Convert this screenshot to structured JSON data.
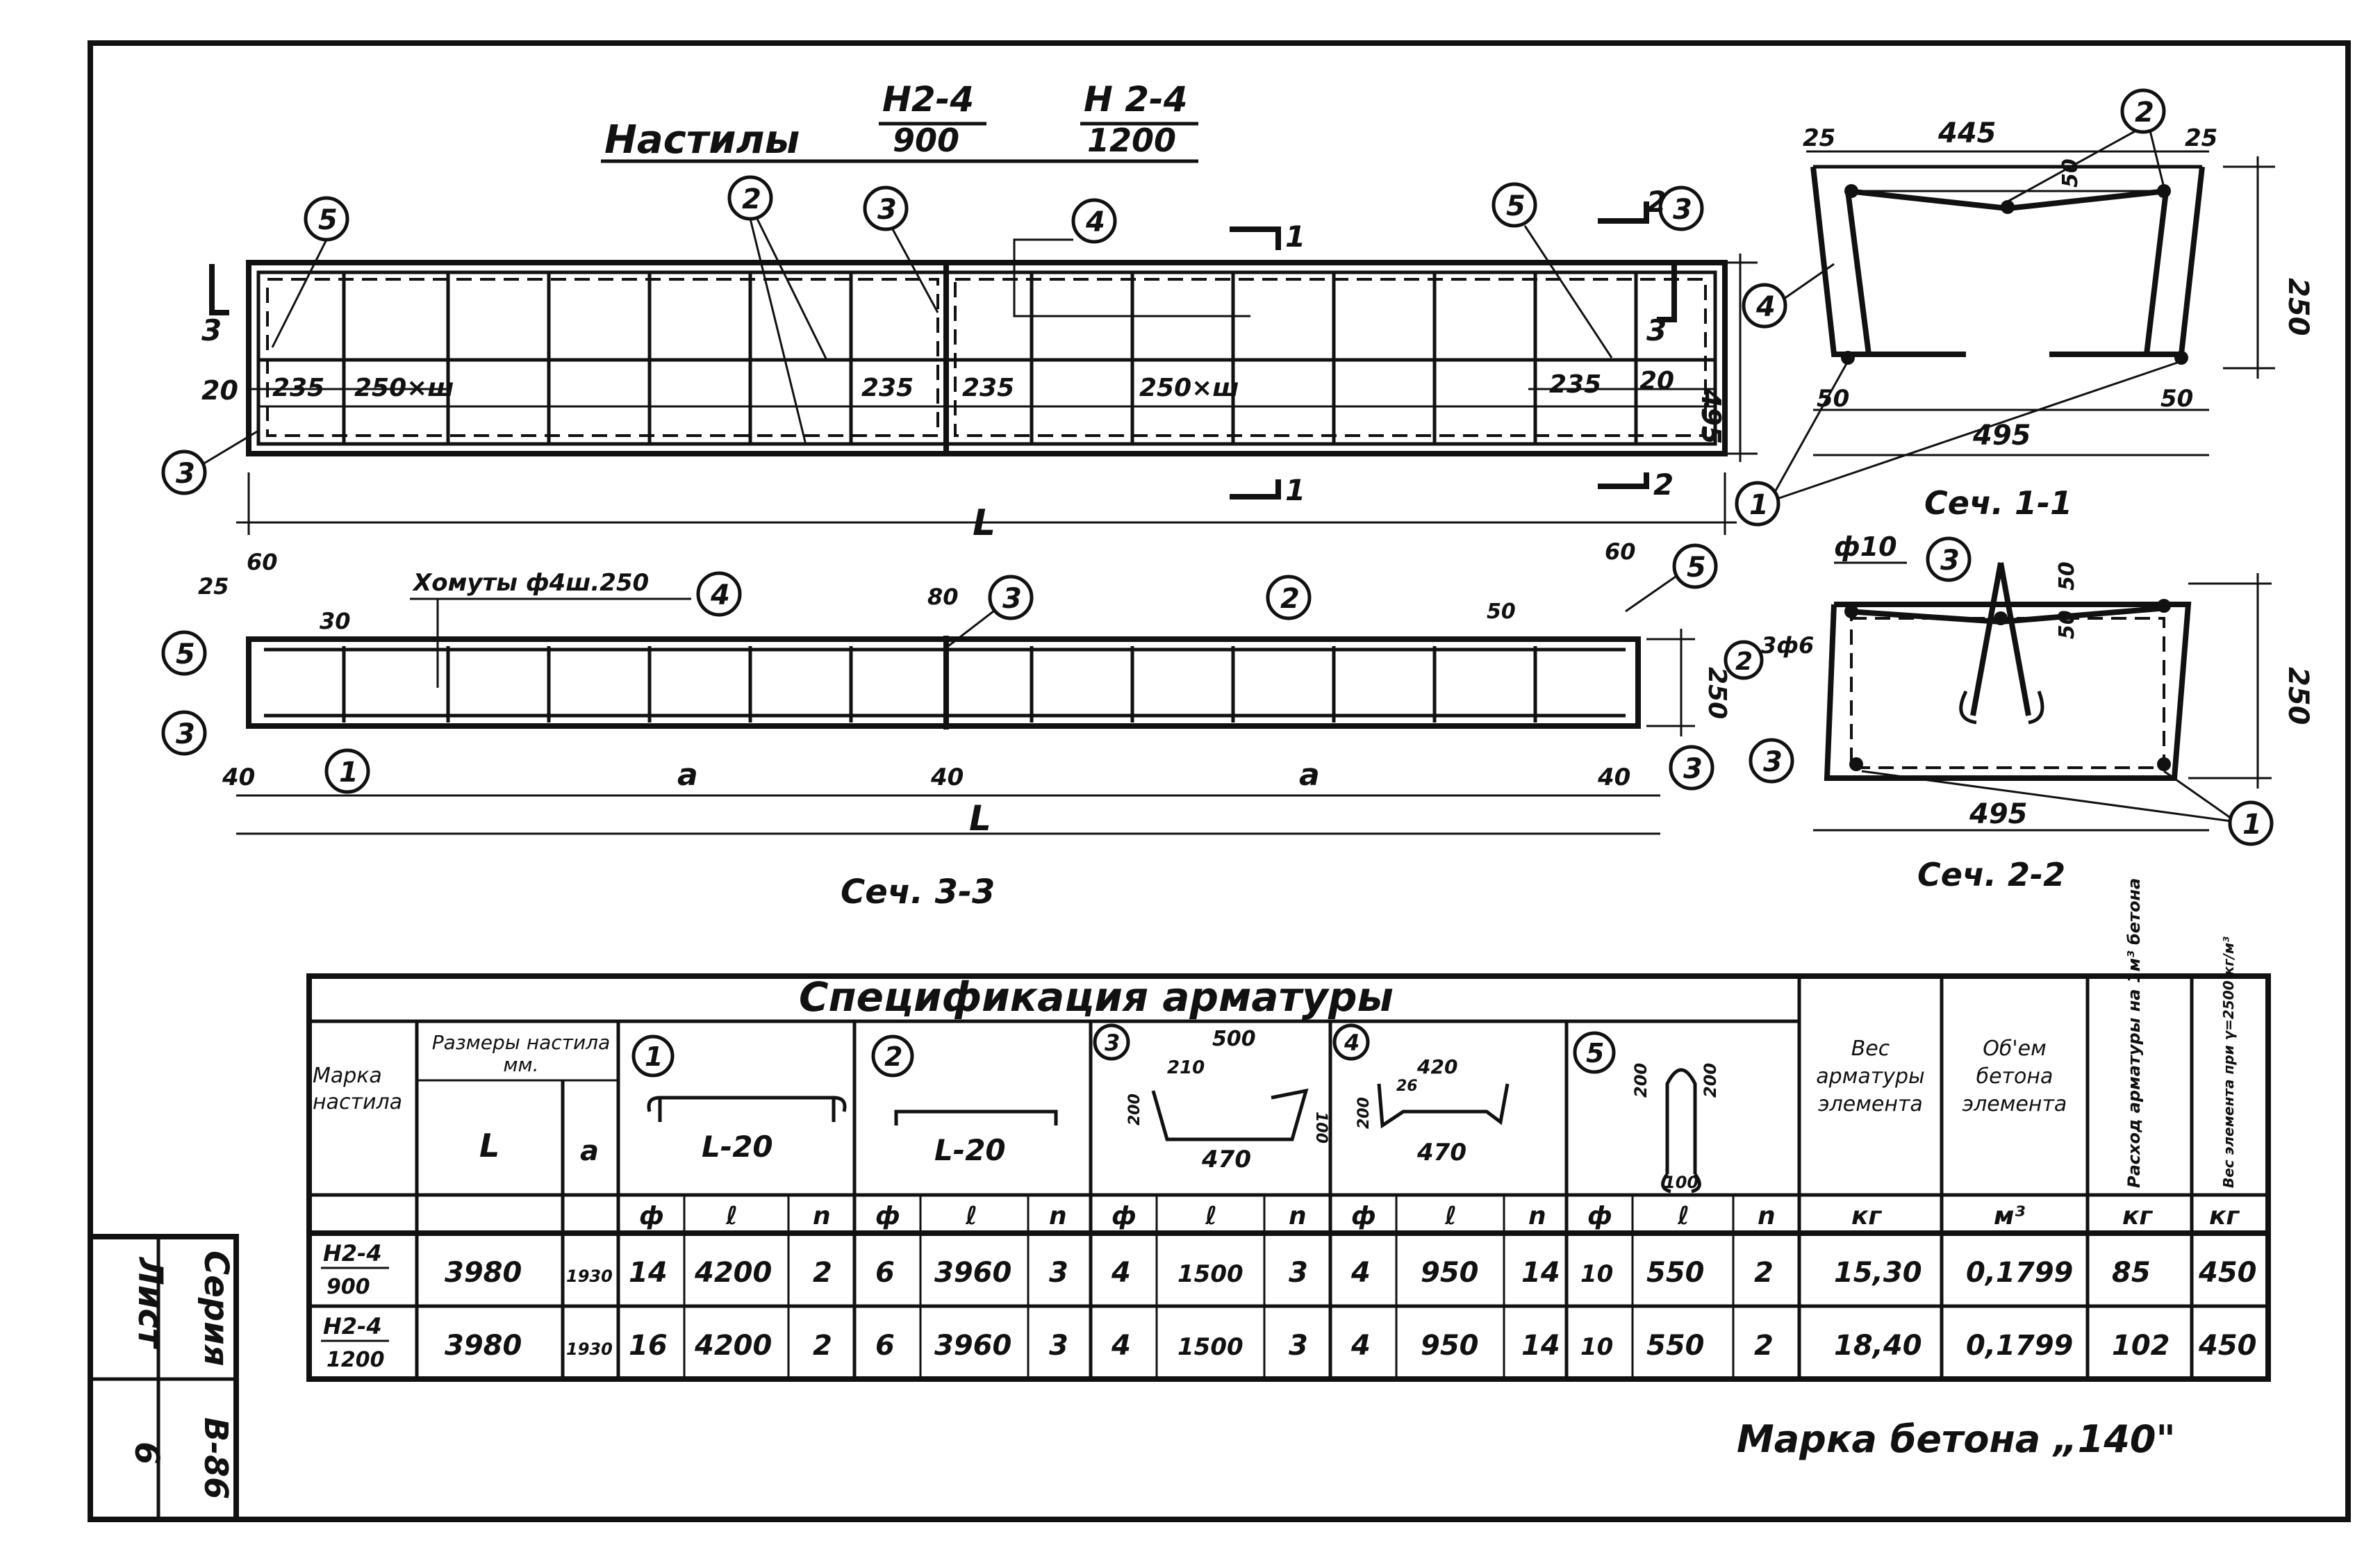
{
  "title": {
    "main": "Настилы",
    "mark1_top": "Н2-4",
    "mark1_bottom": "900",
    "mark2_top": "Н 2-4",
    "mark2_bottom": "1200"
  },
  "plan": {
    "callouts": [
      "5",
      "2",
      "3",
      "4",
      "5",
      "3",
      "3"
    ],
    "dims": [
      "20",
      "235",
      "250×ш",
      "235",
      "235",
      "250×ш",
      "235",
      "20",
      "495"
    ],
    "length": "L",
    "section_marks": [
      "1",
      "1",
      "2",
      "2",
      "3",
      "3"
    ]
  },
  "elevation": {
    "dims": [
      "60",
      "25",
      "30",
      "80",
      "60",
      "50",
      "250",
      "40",
      "40",
      "40",
      "a",
      "a",
      "L"
    ],
    "stirrup_note": "Хомуты ф4ш.250",
    "callouts": [
      "5",
      "3",
      "1",
      "4",
      "3",
      "2",
      "5",
      "3"
    ],
    "caption": "Сеч. 3-3"
  },
  "section11": {
    "caption": "Сеч. 1-1",
    "dims": [
      "25",
      "445",
      "25",
      "50",
      "250",
      "50",
      "50",
      "495"
    ],
    "callouts": [
      "2",
      "4",
      "1"
    ]
  },
  "section22": {
    "caption": "Сеч. 2-2",
    "dims": [
      "ф10",
      "50",
      "50",
      "3ф6",
      "250",
      "495"
    ],
    "callouts": [
      "3",
      "2",
      "3",
      "1"
    ]
  },
  "table": {
    "title": "Спецификация арматуры",
    "col_mark": "Марка настила",
    "col_dims": "Размеры настила мм.",
    "col_L": "L",
    "col_a": "a",
    "group_labels": [
      "1",
      "2",
      "3",
      "4",
      "5"
    ],
    "sketch1": "L-20",
    "sketch2": "L-20",
    "sketch3": [
      "500",
      "210",
      "470",
      "200",
      "100"
    ],
    "sketch4": [
      "420",
      "26",
      "470",
      "200"
    ],
    "sketch5": [
      "200",
      "200",
      "100"
    ],
    "col_weight": "Вес арматуры элемента",
    "col_volume": "Об'ем бетона элемента",
    "col_consumption": "Расход арматуры на 1м³ бетона",
    "col_elem_weight": "Вес элемента при γ=2500 кг/м³",
    "sub_headers": [
      "ф",
      "ℓ",
      "n",
      "ф",
      "ℓ",
      "n",
      "ф",
      "ℓ",
      "n",
      "ф",
      "ℓ",
      "n",
      "ф",
      "ℓ",
      "n",
      "кг",
      "м³",
      "кг",
      "кг"
    ],
    "rows": [
      {
        "mark_top": "Н2-4",
        "mark_bottom": "900",
        "L": "3980",
        "a": "1930",
        "cells": [
          "14",
          "4200",
          "2",
          "6",
          "3960",
          "3",
          "4",
          "1500",
          "3",
          "4",
          "950",
          "14",
          "10",
          "550",
          "2",
          "15,30",
          "0,1799",
          "85",
          "450"
        ]
      },
      {
        "mark_top": "Н2-4",
        "mark_bottom": "1200",
        "L": "3980",
        "a": "1930",
        "cells": [
          "16",
          "4200",
          "2",
          "6",
          "3960",
          "3",
          "4",
          "1500",
          "3",
          "4",
          "950",
          "14",
          "10",
          "550",
          "2",
          "18,40",
          "0,1799",
          "102",
          "450"
        ]
      }
    ]
  },
  "concrete_note": "Марка бетона „140\"",
  "stamp": {
    "series_label": "Серия",
    "series_value": "В-86",
    "sheet_label": "Лист",
    "sheet_value": "6"
  }
}
